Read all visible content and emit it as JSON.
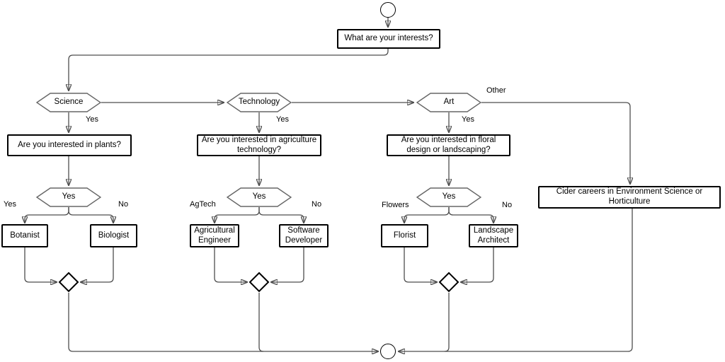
{
  "diagram": {
    "root_question": "What are your interests?",
    "other_label": "Other",
    "other_outcome": "Cider careers in Environment Science or Horticulture",
    "branches": [
      {
        "interest": "Science",
        "path_label": "Yes",
        "question": "Are you interested in plants?",
        "decision_label": "Yes",
        "left_label": "Yes",
        "right_label": "No",
        "left_career": "Botanist",
        "right_career": "Biologist"
      },
      {
        "interest": "Technology",
        "path_label": "Yes",
        "question": "Are you interested in agriculture technology?",
        "decision_label": "Yes",
        "left_label": "AgTech",
        "right_label": "No",
        "left_career": "Agricultural Engineer",
        "right_career": "Software Developer"
      },
      {
        "interest": "Art",
        "path_label": "Yes",
        "question": "Are you interested in floral design or landscaping?",
        "decision_label": "Yes",
        "left_label": "Flowers",
        "right_label": "No",
        "left_career": "Florist",
        "right_career": "Landscape Architect"
      }
    ],
    "colors": {
      "background": "#ffffff",
      "box_border": "#000000",
      "hexagon_border": "#666666",
      "line": "#4d4d4d",
      "arrow": "#000000",
      "text": "#000000"
    }
  }
}
